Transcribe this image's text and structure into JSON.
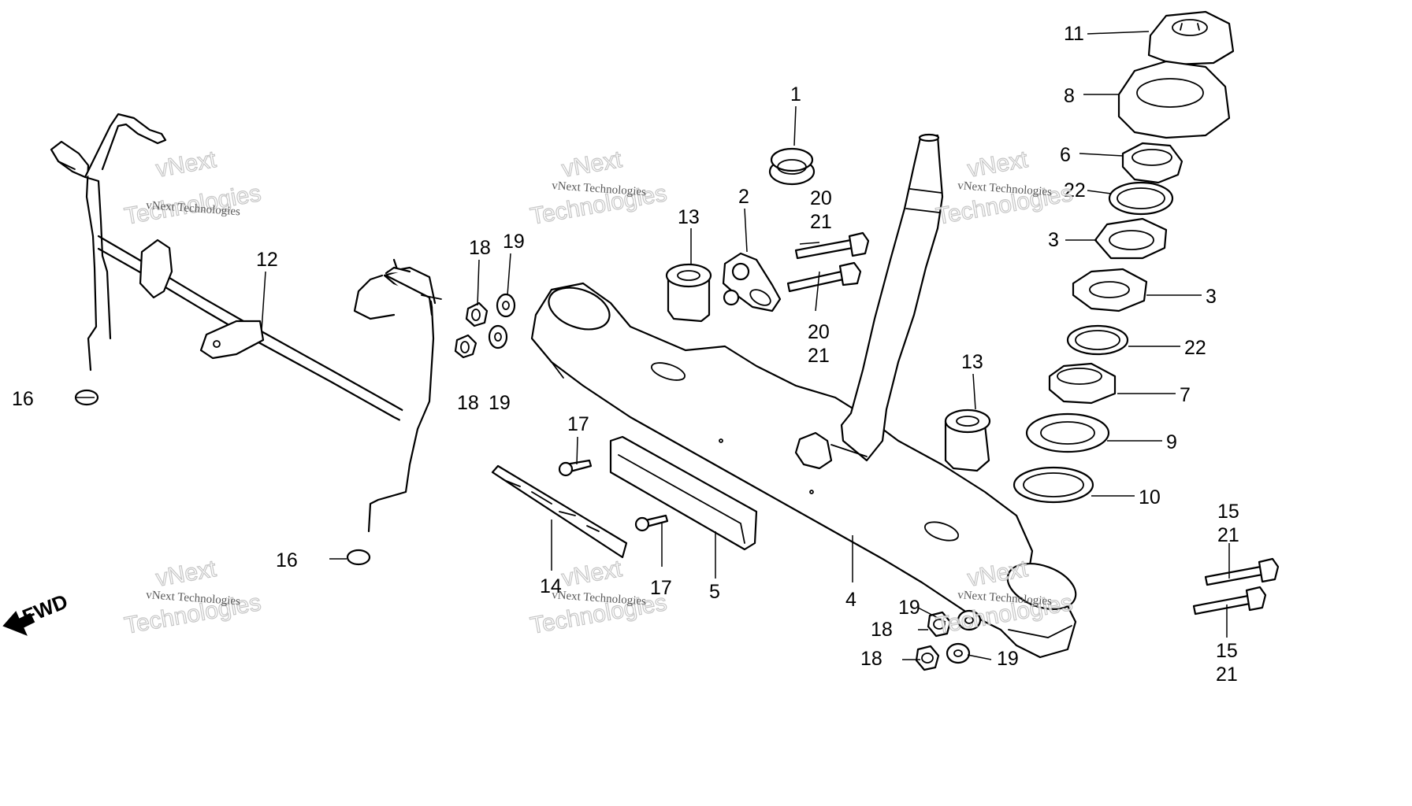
{
  "diagram": {
    "watermark": {
      "line_small": "vNext Technologies",
      "line_big_1": "vNext",
      "line_big_2": "Technologies"
    },
    "direction_label": "FWD",
    "callouts": {
      "c1": "1",
      "c2": "2",
      "c3a": "3",
      "c3b": "3",
      "c4": "4",
      "c5": "5",
      "c6": "6",
      "c7": "7",
      "c8": "8",
      "c9": "9",
      "c10": "10",
      "c11": "11",
      "c12": "12",
      "c13a": "13",
      "c13b": "13",
      "c14": "14",
      "c15a": "15",
      "c15b": "15",
      "c16a": "16",
      "c16b": "16",
      "c17a": "17",
      "c17b": "17",
      "c18a": "18",
      "c18b": "18",
      "c18c": "18",
      "c18d": "18",
      "c19a": "19",
      "c19b": "19",
      "c19c": "19",
      "c19d": "19",
      "c20a": "20",
      "c20b": "20",
      "c21a": "21",
      "c21b": "21",
      "c21c": "21",
      "c21d": "21",
      "c22a": "22",
      "c22b": "22"
    }
  }
}
